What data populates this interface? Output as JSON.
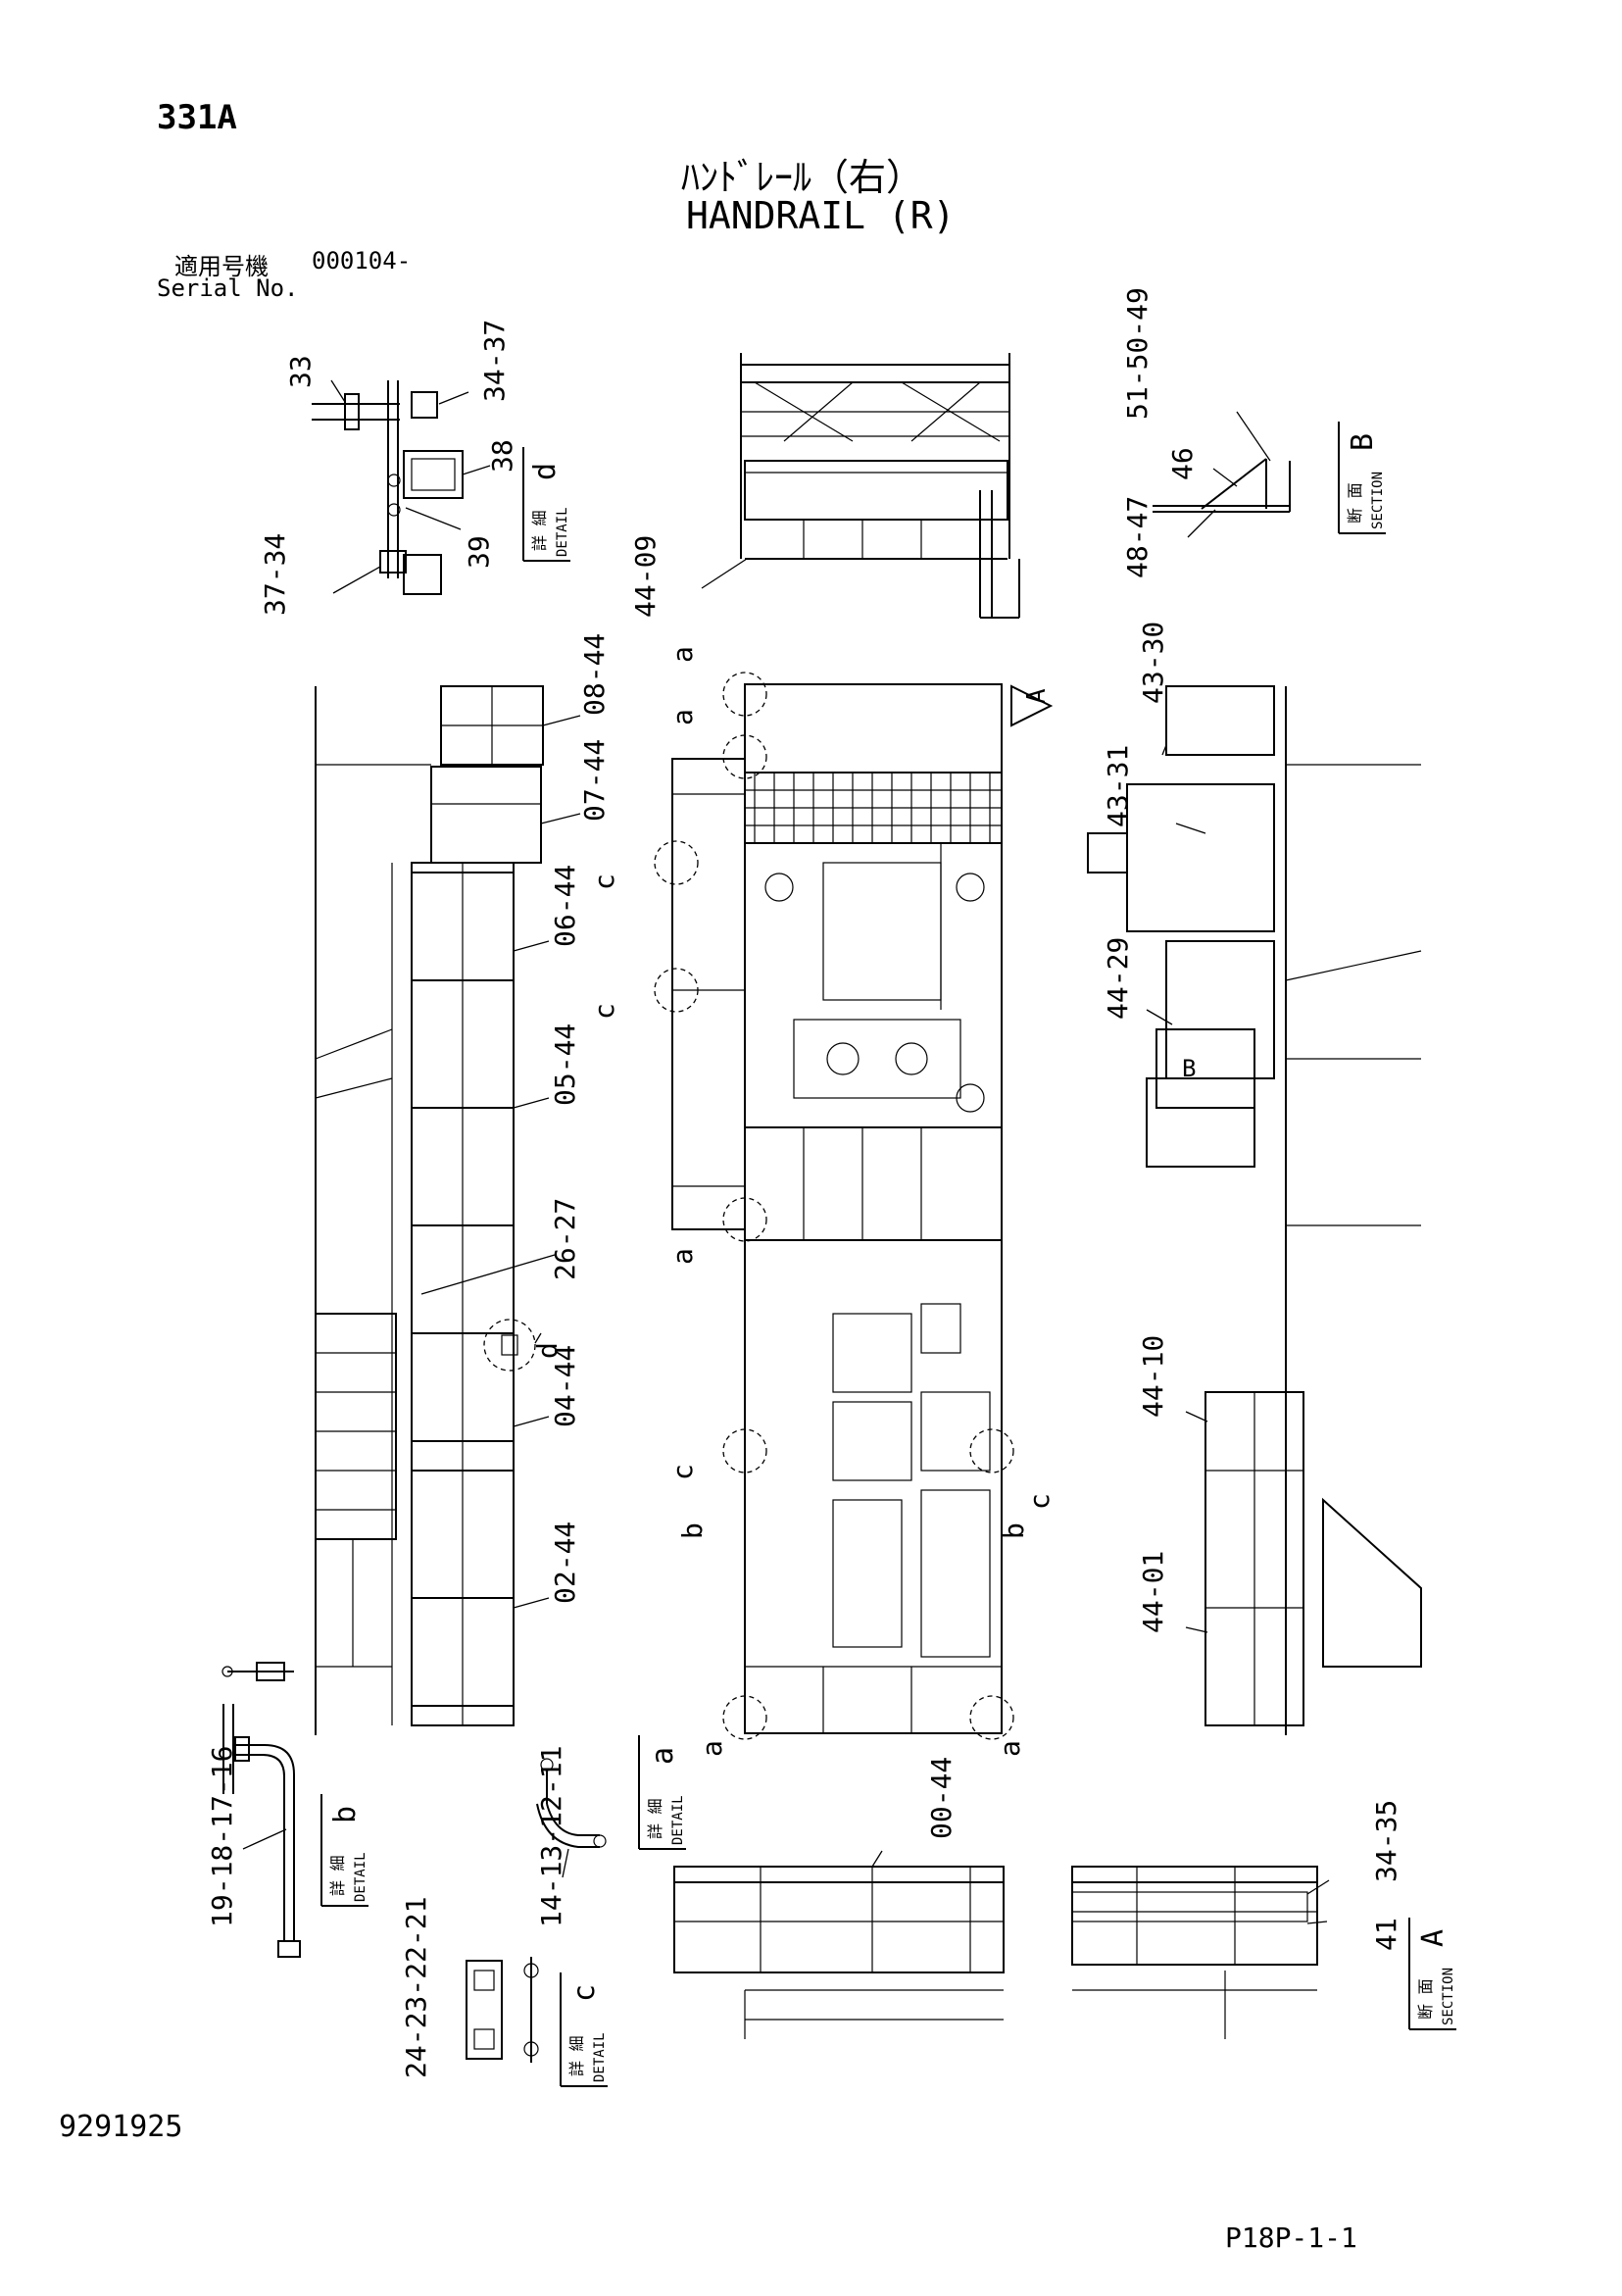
{
  "header": {
    "page_code": "331A",
    "title_jp": "ﾊﾝﾄﾞﾚｰﾙ（右）",
    "title_en": "HANDRAIL (R)",
    "serial_label_jp": "適用号機",
    "serial_value": "000104-",
    "serial_label_en": "Serial No."
  },
  "callouts": [
    {
      "id": "c-33",
      "text": "33"
    },
    {
      "id": "c-34-37-top",
      "text": "34-37"
    },
    {
      "id": "c-38",
      "text": "38"
    },
    {
      "id": "c-39",
      "text": "39"
    },
    {
      "id": "c-37-34",
      "text": "37-34"
    },
    {
      "id": "c-44-09",
      "text": "44-09"
    },
    {
      "id": "c-51-50-49",
      "text": "51-50-49"
    },
    {
      "id": "c-46",
      "text": "46"
    },
    {
      "id": "c-48-47",
      "text": "48-47"
    },
    {
      "id": "c-08-44",
      "text": "08-44"
    },
    {
      "id": "c-07-44",
      "text": "07-44"
    },
    {
      "id": "c-06-44",
      "text": "06-44"
    },
    {
      "id": "c-05-44",
      "text": "05-44"
    },
    {
      "id": "c-26-27",
      "text": "26-27"
    },
    {
      "id": "c-04-44",
      "text": "04-44"
    },
    {
      "id": "c-02-44",
      "text": "02-44"
    },
    {
      "id": "c-43-30",
      "text": "43-30"
    },
    {
      "id": "c-43-31",
      "text": "43-31"
    },
    {
      "id": "c-44-29",
      "text": "44-29"
    },
    {
      "id": "c-44-10",
      "text": "44-10"
    },
    {
      "id": "c-44-01",
      "text": "44-01"
    },
    {
      "id": "c-19-16",
      "text": "19-18-17-16"
    },
    {
      "id": "c-14-11",
      "text": "14-13-12-11"
    },
    {
      "id": "c-00-44",
      "text": "00-44"
    },
    {
      "id": "c-34-35",
      "text": "34-35"
    },
    {
      "id": "c-41",
      "text": "41"
    },
    {
      "id": "c-24-21",
      "text": "24-23-22-21"
    }
  ],
  "detail_refs": {
    "a": "a",
    "b": "b",
    "c": "c",
    "d": "d",
    "A": "A",
    "B": "B"
  },
  "labels": {
    "detail_jp": "詳 細",
    "detail_en": "DETAIL",
    "section_jp": "断 面",
    "section_en": "SECTION"
  },
  "footer": {
    "doc_number": "9291925",
    "page_ref": "P18P-1-1"
  }
}
